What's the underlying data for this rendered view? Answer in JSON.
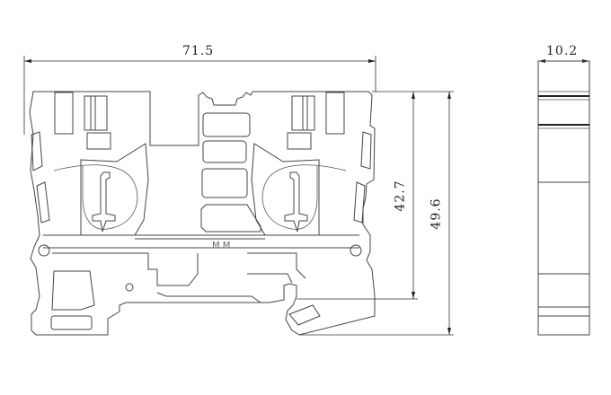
{
  "drawing": {
    "dimensions": {
      "width": "71.5",
      "thickness": "10.2",
      "height_inner": "42.7",
      "height_total": "49.6"
    },
    "marking": "M M"
  }
}
